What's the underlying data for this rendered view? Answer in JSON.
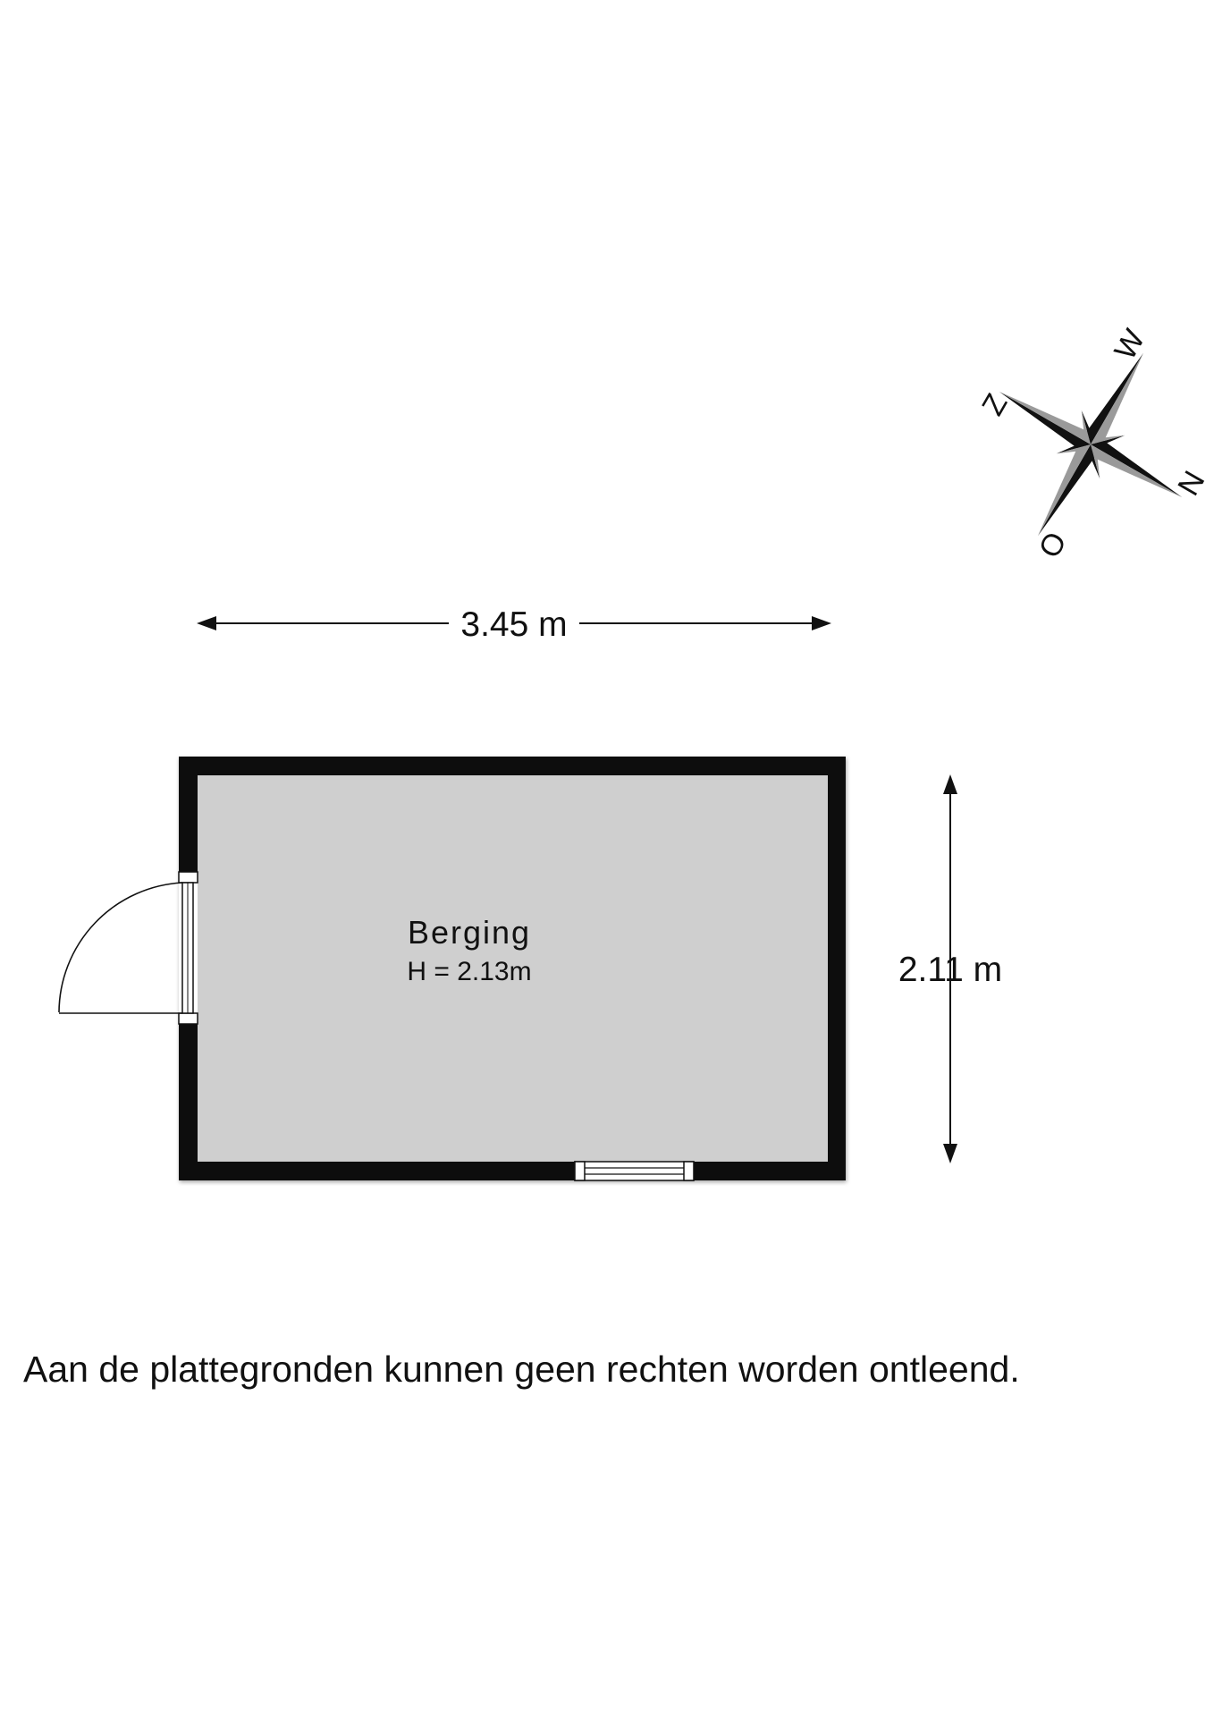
{
  "room": {
    "name": "Berging",
    "height_label": "H = 2.13m"
  },
  "dimensions": {
    "width_label": "3.45 m",
    "depth_label": "2.11 m"
  },
  "compass": {
    "north": "N",
    "east": "O",
    "south": "Z",
    "west": "W"
  },
  "disclaimer": "Aan de plattegronden kunnen geen rechten worden ontleend.",
  "colors": {
    "wall": "#111111",
    "floor": "#cfcfcf"
  }
}
